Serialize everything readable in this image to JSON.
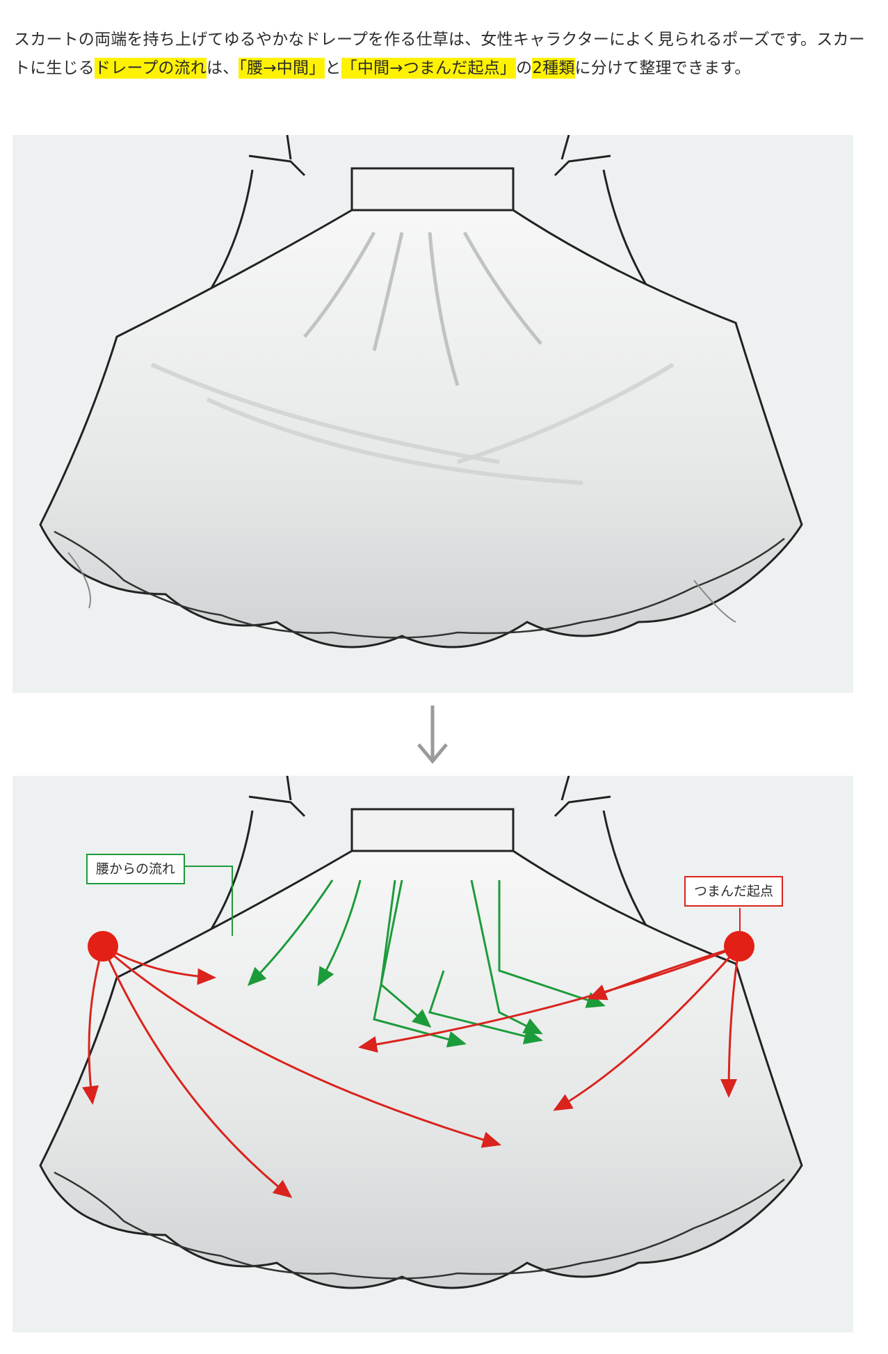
{
  "intro": {
    "seg1": "スカートの両端を持ち上げてゆるやかなドレープを作る仕草は、女性キャラクターによく見られるポーズです。スカートに生じる",
    "hl1": "ドレープの流れ",
    "seg2": "は、",
    "hl2": "「腰→中間」",
    "seg3": "と",
    "hl3": "「中間→つまんだ起点」",
    "seg4": "の",
    "hl4": "2種類",
    "seg5": "に分けて整理できます。"
  },
  "labels": {
    "waist_flow": "腰からの流れ",
    "pinch_point": "つまんだ起点"
  },
  "colors": {
    "highlight": "#fff200",
    "waist_flow": "#1c9b3a",
    "pinch_flow": "#d9231c",
    "panel_bg": "#eef1f1"
  },
  "icons": {
    "between_panels": "arrow-down-icon"
  }
}
